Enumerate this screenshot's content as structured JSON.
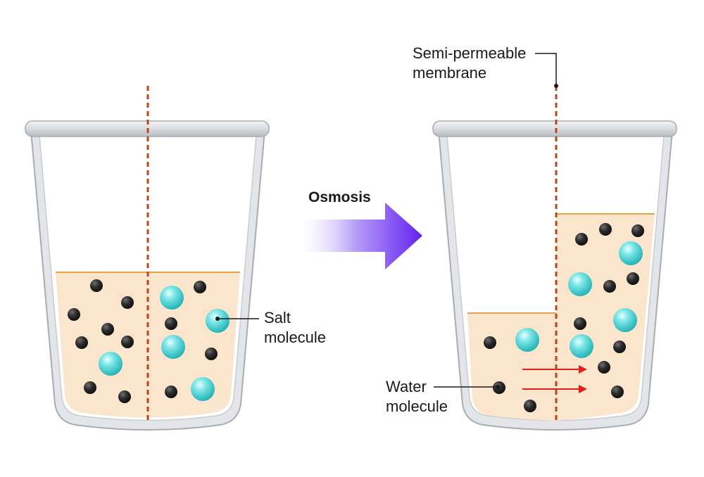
{
  "diagram": {
    "process_label": "Osmosis",
    "labels": {
      "membrane": [
        "Semi-permeable",
        "membrane"
      ],
      "salt": [
        "Salt",
        "molecule"
      ],
      "water": [
        "Water",
        "molecule"
      ]
    },
    "colors": {
      "solution": "#fbe6cd",
      "solution_edge": "#e4a24c",
      "membrane": "#b5471b",
      "water_molecule": "#2b2b2b",
      "salt_molecule": "#3fd0d0",
      "flow_arrow": "#e0201a",
      "process_arrow": "#6f2bf0",
      "beaker": "#d9dbdf"
    },
    "icons": [
      "beaker-icon",
      "process-arrow-icon",
      "flow-arrow-icon"
    ]
  }
}
